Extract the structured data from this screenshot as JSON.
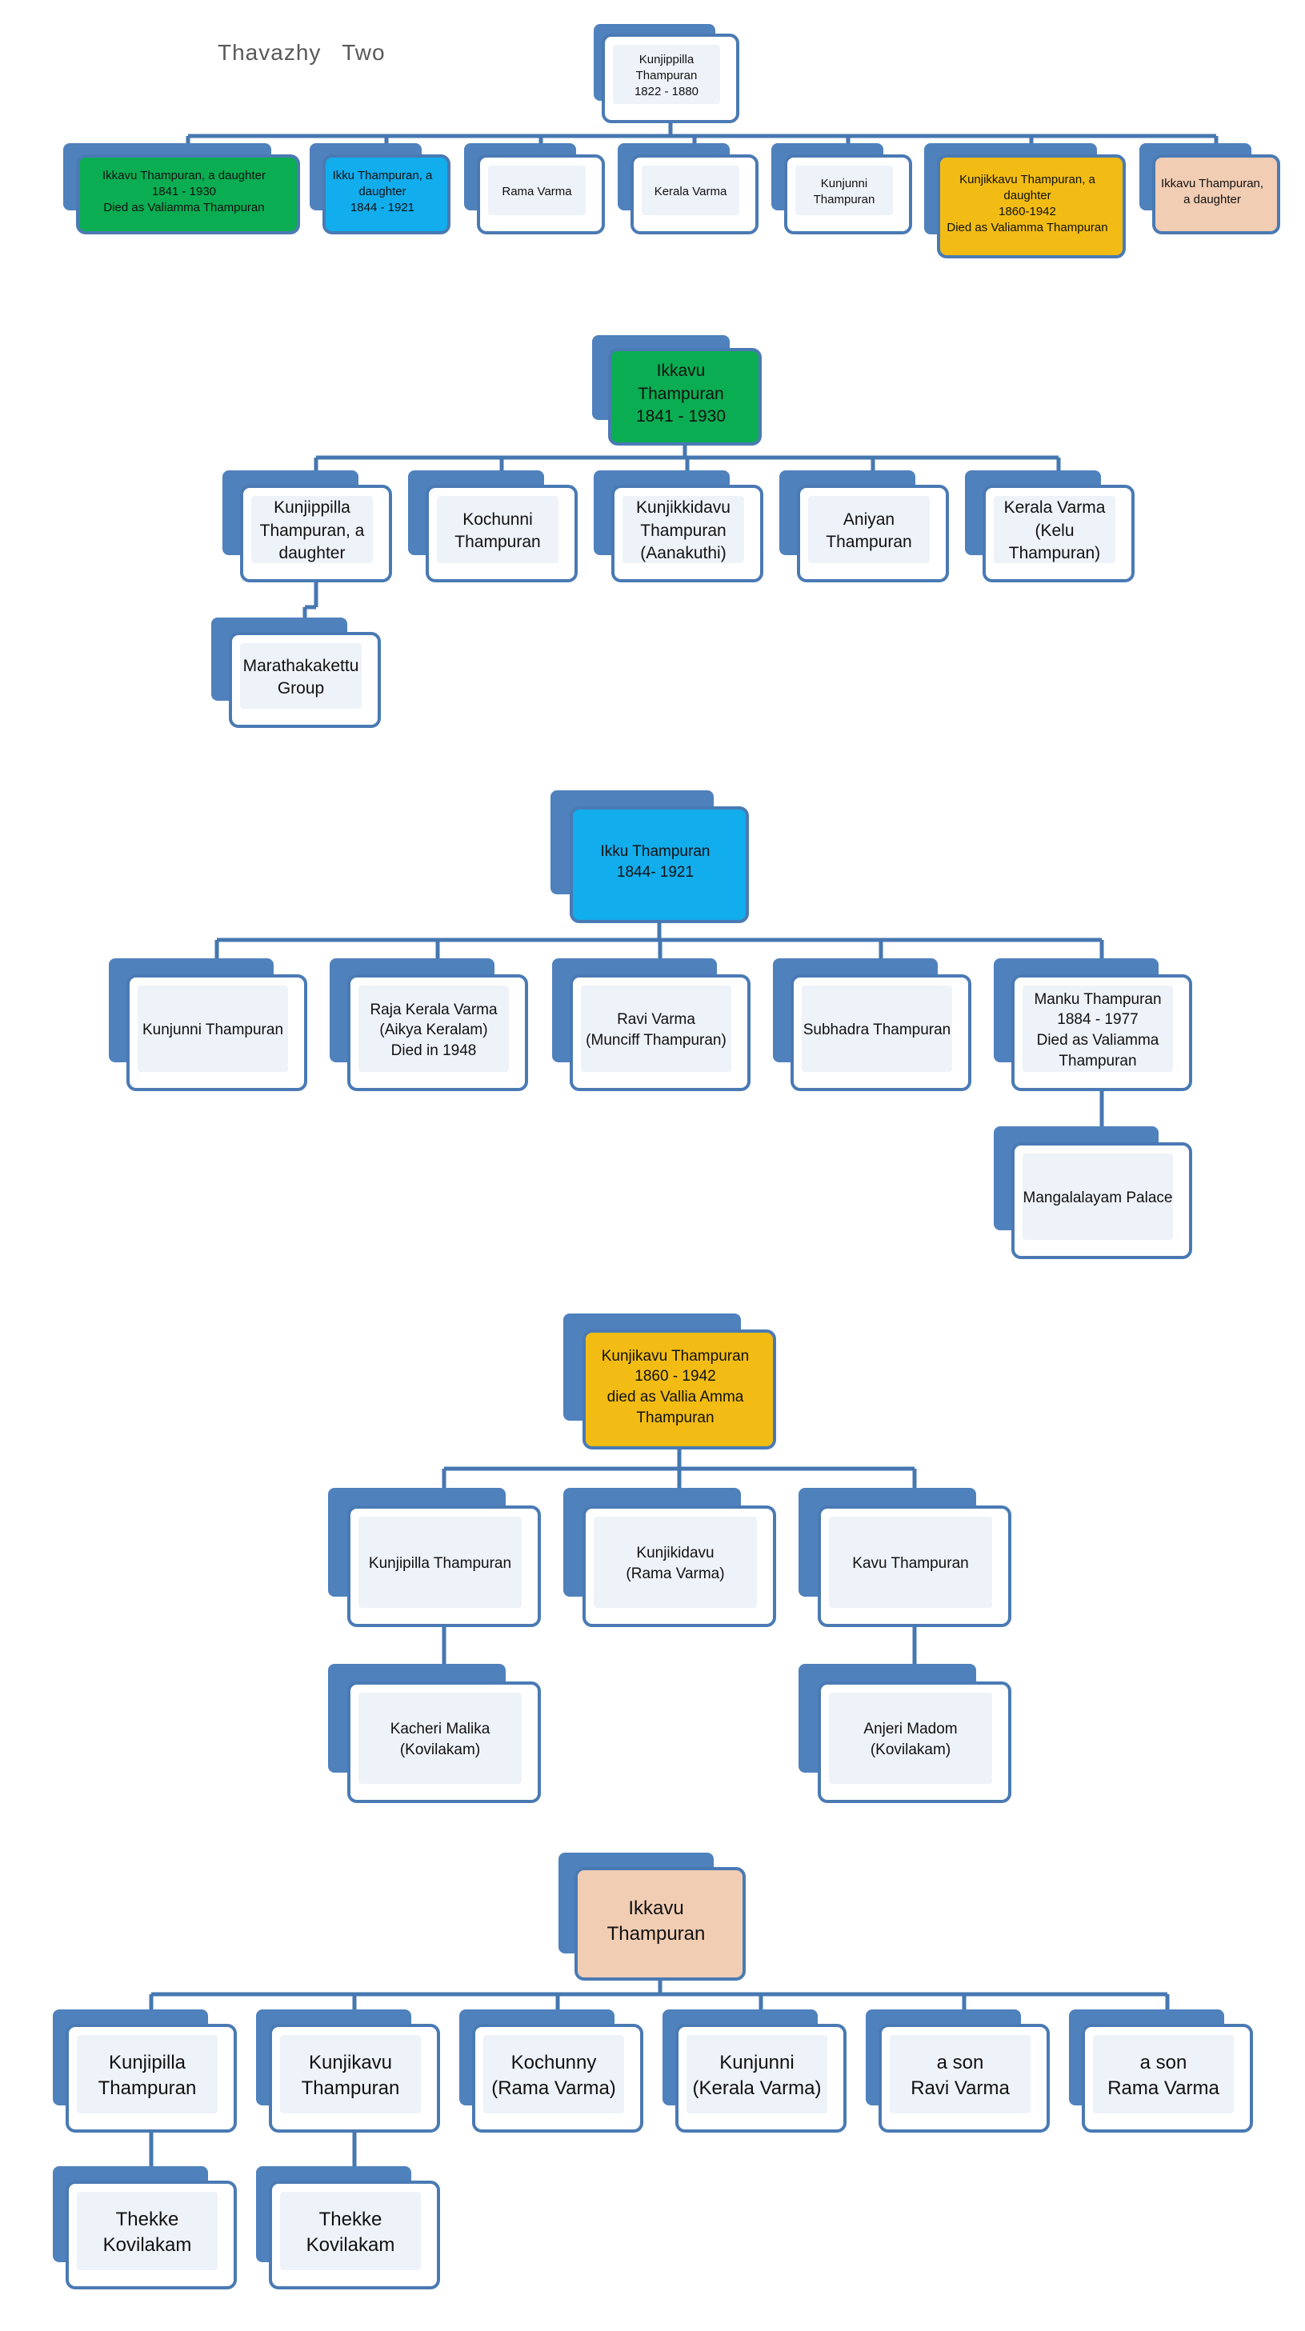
{
  "title": "Thavazhy   Two",
  "colors": {
    "connector": "#4677b1",
    "shadow": "#4f81bd",
    "border": "#4a7ab4",
    "green": "#0bad52",
    "blue": "#12adec",
    "gold": "#f2bc14",
    "peach": "#f1cdb3"
  },
  "trees": [
    {
      "root": {
        "lines": [
          "Kunjippilla",
          "Thampuran",
          "1822 - 1880"
        ]
      },
      "children": [
        {
          "lines": [
            "Ikkavu Thampuran, a daughter",
            "1841 - 1930",
            "Died as Valiamma Thampuran"
          ],
          "fill": "green"
        },
        {
          "lines": [
            "Ikku Thampuran, a",
            "daughter",
            "1844 - 1921"
          ],
          "fill": "blue"
        },
        {
          "lines": [
            "Rama Varma"
          ]
        },
        {
          "lines": [
            "Kerala Varma"
          ]
        },
        {
          "lines": [
            "Kunjunni",
            "Thampuran"
          ]
        },
        {
          "lines": [
            "Kunjikkavu Thampuran, a",
            "daughter",
            "1860-1942",
            "Died as Valiamma Thampuran"
          ],
          "fill": "gold"
        },
        {
          "lines": [
            "Ikkavu Thampuran,",
            "a daughter"
          ],
          "fill": "peach"
        }
      ]
    },
    {
      "root": {
        "lines": [
          "Ikkavu",
          "Thampuran",
          "1841 - 1930"
        ],
        "fill": "green"
      },
      "children": [
        {
          "lines": [
            "Kunjippilla",
            "Thampuran, a",
            "daughter"
          ]
        },
        {
          "lines": [
            "Kochunni",
            "Thampuran"
          ]
        },
        {
          "lines": [
            "Kunjikkidavu",
            "Thampuran",
            "(Aanakuthi)"
          ]
        },
        {
          "lines": [
            "Aniyan",
            "Thampuran"
          ]
        },
        {
          "lines": [
            "Kerala Varma",
            "(Kelu",
            "Thampuran)"
          ]
        }
      ],
      "grandchildren": [
        {
          "parent": 0,
          "lines": [
            "Marathakakettu",
            "Group"
          ]
        }
      ]
    },
    {
      "root": {
        "lines": [
          "Ikku Thampuran",
          "1844- 1921"
        ],
        "fill": "blue"
      },
      "children": [
        {
          "lines": [
            "Kunjunni Thampuran"
          ]
        },
        {
          "lines": [
            "Raja Kerala Varma",
            "(Aikya Keralam)",
            "Died in 1948"
          ]
        },
        {
          "lines": [
            "Ravi Varma",
            "(Munciff Thampuran)"
          ]
        },
        {
          "lines": [
            "Subhadra Thampuran"
          ]
        },
        {
          "lines": [
            "Manku Thampuran",
            "1884 - 1977",
            "Died as Valiamma",
            "Thampuran"
          ]
        }
      ],
      "grandchildren": [
        {
          "parent": 4,
          "lines": [
            "Mangalalayam Palace"
          ]
        }
      ]
    },
    {
      "root": {
        "lines": [
          "Kunjikavu Thampuran",
          "1860 - 1942",
          "died as Vallia Amma",
          "Thampuran"
        ],
        "fill": "gold"
      },
      "children": [
        {
          "lines": [
            "Kunjipilla Thampuran"
          ]
        },
        {
          "lines": [
            "Kunjikidavu",
            "(Rama Varma)"
          ]
        },
        {
          "lines": [
            "Kavu Thampuran"
          ]
        }
      ],
      "grandchildren": [
        {
          "parent": 0,
          "lines": [
            "Kacheri Malika",
            "(Kovilakam)"
          ]
        },
        {
          "parent": 2,
          "lines": [
            "Anjeri Madom",
            "(Kovilakam)"
          ]
        }
      ]
    },
    {
      "root": {
        "lines": [
          "Ikkavu",
          "Thampuran"
        ],
        "fill": "peach"
      },
      "children": [
        {
          "lines": [
            "Kunjipilla",
            "Thampuran"
          ]
        },
        {
          "lines": [
            "Kunjikavu",
            "Thampuran"
          ]
        },
        {
          "lines": [
            "Kochunny",
            "(Rama Varma)"
          ]
        },
        {
          "lines": [
            "Kunjunni",
            "(Kerala Varma)"
          ]
        },
        {
          "lines": [
            "a son",
            "Ravi Varma"
          ]
        },
        {
          "lines": [
            "a son",
            "Rama Varma"
          ]
        }
      ],
      "grandchildren": [
        {
          "parent": 0,
          "lines": [
            "Thekke",
            "Kovilakam"
          ]
        },
        {
          "parent": 1,
          "lines": [
            "Thekke",
            "Kovilakam"
          ]
        }
      ]
    }
  ]
}
